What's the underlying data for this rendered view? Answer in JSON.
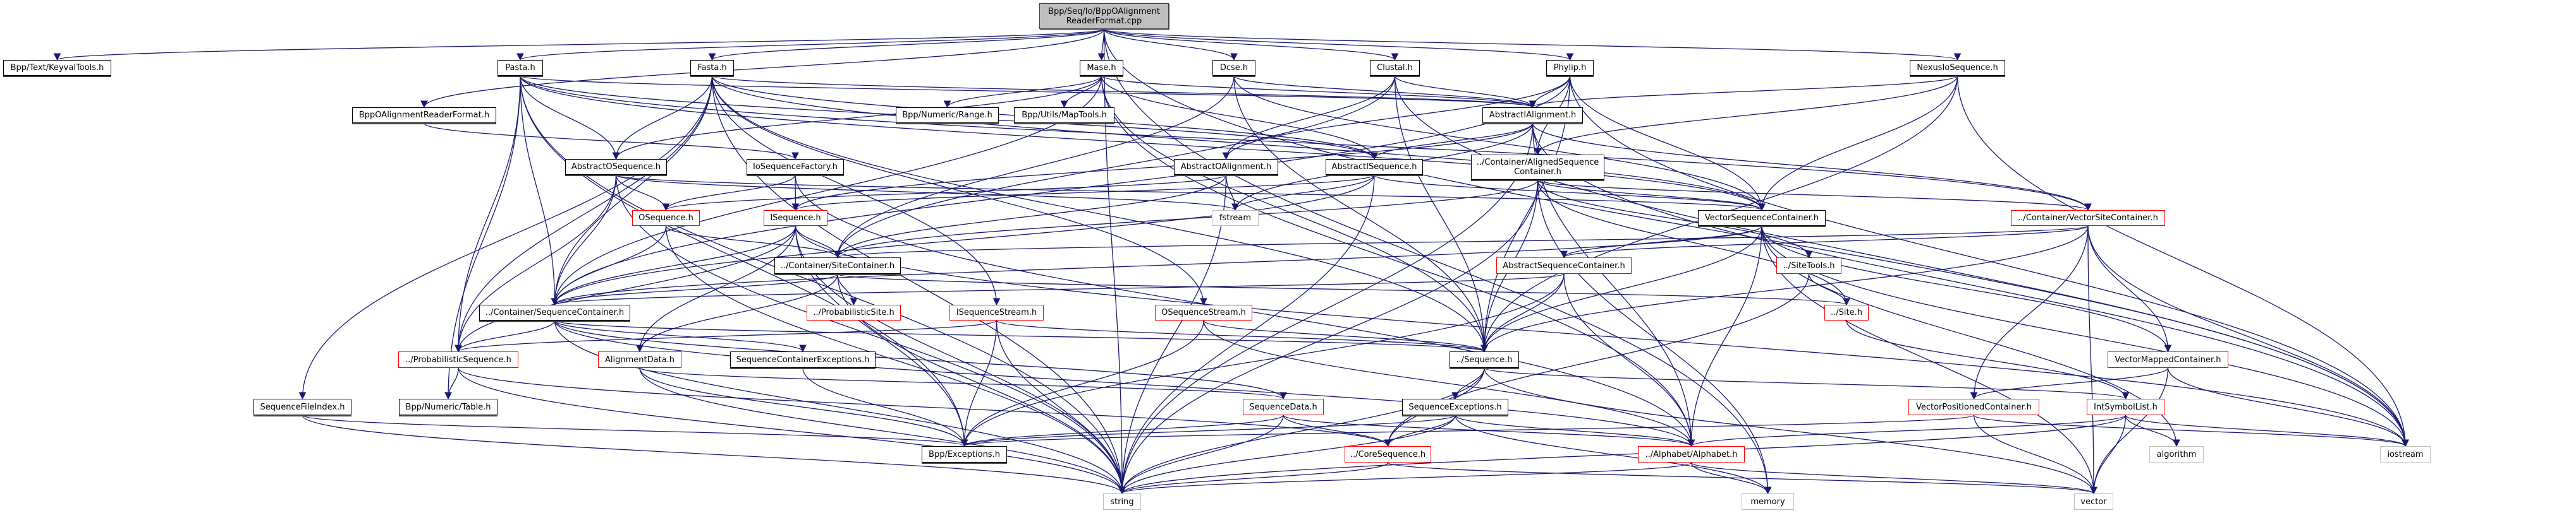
{
  "title": "Bpp/Seq/Io/BppOAlignmentReaderFormat.cpp include dependency graph",
  "colors": {
    "edge": "#191970",
    "root_fill": "#bfbfbf",
    "red_border": "#ff0000",
    "sys_border": "#bfbfbf",
    "node_border": "#000000"
  },
  "nodes": [
    {
      "id": "root",
      "label": "Bpp/Seq/Io/BppOAlignment\nReaderFormat.cpp",
      "style": "root"
    },
    {
      "id": "keyval",
      "label": "Bpp/Text/KeyvalTools.h",
      "style": "black"
    },
    {
      "id": "pasta",
      "label": "Pasta.h",
      "style": "black"
    },
    {
      "id": "fasta",
      "label": "Fasta.h",
      "style": "black"
    },
    {
      "id": "mase",
      "label": "Mase.h",
      "style": "black"
    },
    {
      "id": "dcse",
      "label": "Dcse.h",
      "style": "black"
    },
    {
      "id": "clustal",
      "label": "Clustal.h",
      "style": "black"
    },
    {
      "id": "phylip",
      "label": "Phylip.h",
      "style": "black"
    },
    {
      "id": "nexus",
      "label": "NexusIoSequence.h",
      "style": "black"
    },
    {
      "id": "bppoalign",
      "label": "BppOAlignmentReaderFormat.h",
      "style": "black"
    },
    {
      "id": "range",
      "label": "Bpp/Numeric/Range.h",
      "style": "black"
    },
    {
      "id": "maptools",
      "label": "Bpp/Utils/MapTools.h",
      "style": "black"
    },
    {
      "id": "absialign",
      "label": "AbstractIAlignment.h",
      "style": "black"
    },
    {
      "id": "absoseq",
      "label": "AbstractOSequence.h",
      "style": "black"
    },
    {
      "id": "ioseqfac",
      "label": "IoSequenceFactory.h",
      "style": "black"
    },
    {
      "id": "absoalign",
      "label": "AbstractOAlignment.h",
      "style": "black"
    },
    {
      "id": "absiseq",
      "label": "AbstractISequence.h",
      "style": "black"
    },
    {
      "id": "alignedsc",
      "label": "../Container/AlignedSequence\nContainer.h",
      "style": "black"
    },
    {
      "id": "oseq",
      "label": "OSequence.h",
      "style": "red"
    },
    {
      "id": "iseq",
      "label": "ISequence.h",
      "style": "red"
    },
    {
      "id": "fstream",
      "label": "fstream",
      "style": "sys"
    },
    {
      "id": "vecseqcont",
      "label": "VectorSequenceContainer.h",
      "style": "black"
    },
    {
      "id": "vecsitecont",
      "label": "../Container/VectorSiteContainer.h",
      "style": "red"
    },
    {
      "id": "sitecont",
      "label": "../Container/SiteContainer.h",
      "style": "black"
    },
    {
      "id": "absseqcont",
      "label": "AbstractSequenceContainer.h",
      "style": "red"
    },
    {
      "id": "sitetools",
      "label": "../SiteTools.h",
      "style": "red"
    },
    {
      "id": "seqcont",
      "label": "../Container/SequenceContainer.h",
      "style": "black"
    },
    {
      "id": "probsite",
      "label": "../ProbabilisticSite.h",
      "style": "red"
    },
    {
      "id": "iseqstream",
      "label": "ISequenceStream.h",
      "style": "red"
    },
    {
      "id": "oseqstream",
      "label": "OSequenceStream.h",
      "style": "red"
    },
    {
      "id": "site",
      "label": "../Site.h",
      "style": "red"
    },
    {
      "id": "probseq",
      "label": "../ProbabilisticSequence.h",
      "style": "red"
    },
    {
      "id": "aligndata",
      "label": "AlignmentData.h",
      "style": "red"
    },
    {
      "id": "seqcontexc",
      "label": "SequenceContainerExceptions.h",
      "style": "black"
    },
    {
      "id": "sequence",
      "label": "../Sequence.h",
      "style": "black"
    },
    {
      "id": "vecmapped",
      "label": "VectorMappedContainer.h",
      "style": "red"
    },
    {
      "id": "seqfileidx",
      "label": "SequenceFileIndex.h",
      "style": "black"
    },
    {
      "id": "table",
      "label": "Bpp/Numeric/Table.h",
      "style": "black"
    },
    {
      "id": "seqdata",
      "label": "SequenceData.h",
      "style": "red"
    },
    {
      "id": "seqexc",
      "label": "SequenceExceptions.h",
      "style": "black"
    },
    {
      "id": "vecpos",
      "label": "VectorPositionedContainer.h",
      "style": "red"
    },
    {
      "id": "intsym",
      "label": "IntSymbolList.h",
      "style": "red"
    },
    {
      "id": "exceptions",
      "label": "Bpp/Exceptions.h",
      "style": "black"
    },
    {
      "id": "coreseq",
      "label": "../CoreSequence.h",
      "style": "red"
    },
    {
      "id": "alphabet",
      "label": "../Alphabet/Alphabet.h",
      "style": "red"
    },
    {
      "id": "algorithm",
      "label": "algorithm",
      "style": "sys"
    },
    {
      "id": "iostream",
      "label": "iostream",
      "style": "sys"
    },
    {
      "id": "string",
      "label": "string",
      "style": "sys"
    },
    {
      "id": "memory",
      "label": "memory",
      "style": "sys"
    },
    {
      "id": "vector",
      "label": "vector",
      "style": "sys"
    }
  ],
  "edges": [
    [
      "root",
      "keyval"
    ],
    [
      "root",
      "pasta"
    ],
    [
      "root",
      "fasta"
    ],
    [
      "root",
      "mase"
    ],
    [
      "root",
      "dcse"
    ],
    [
      "root",
      "clustal"
    ],
    [
      "root",
      "phylip"
    ],
    [
      "root",
      "nexus"
    ],
    [
      "root",
      "bppoalign"
    ],
    [
      "root",
      "string"
    ],
    [
      "root",
      "iostream"
    ],
    [
      "root",
      "memory"
    ],
    [
      "pasta",
      "absoseq"
    ],
    [
      "pasta",
      "absialign"
    ],
    [
      "pasta",
      "absiseq"
    ],
    [
      "pasta",
      "seqcont"
    ],
    [
      "pasta",
      "vecsitecont"
    ],
    [
      "pasta",
      "vecseqcont"
    ],
    [
      "pasta",
      "probseq"
    ],
    [
      "pasta",
      "table"
    ],
    [
      "pasta",
      "string"
    ],
    [
      "pasta",
      "exceptions"
    ],
    [
      "fasta",
      "absoseq"
    ],
    [
      "fasta",
      "absiseq"
    ],
    [
      "fasta",
      "absialign"
    ],
    [
      "fasta",
      "iseqstream"
    ],
    [
      "fasta",
      "oseqstream"
    ],
    [
      "fasta",
      "seqfileidx"
    ],
    [
      "fasta",
      "seqcont"
    ],
    [
      "fasta",
      "vecseqcont"
    ],
    [
      "fasta",
      "sequence"
    ],
    [
      "fasta",
      "string"
    ],
    [
      "fasta",
      "probseq"
    ],
    [
      "mase",
      "absialign"
    ],
    [
      "mase",
      "absiseq"
    ],
    [
      "mase",
      "absoseq"
    ],
    [
      "mase",
      "range"
    ],
    [
      "mase",
      "maptools"
    ],
    [
      "mase",
      "sequence"
    ],
    [
      "mase",
      "seqcont"
    ],
    [
      "mase",
      "alphabet"
    ],
    [
      "dcse",
      "absialign"
    ],
    [
      "dcse",
      "sequence"
    ],
    [
      "dcse",
      "sitecont"
    ],
    [
      "dcse",
      "vecseqcont"
    ],
    [
      "clustal",
      "absialign"
    ],
    [
      "clustal",
      "absoalign"
    ],
    [
      "clustal",
      "sequence"
    ],
    [
      "clustal",
      "iostream"
    ],
    [
      "clustal",
      "sitecont"
    ],
    [
      "phylip",
      "absialign"
    ],
    [
      "phylip",
      "absoalign"
    ],
    [
      "phylip",
      "alignedsc"
    ],
    [
      "phylip",
      "vecseqcont"
    ],
    [
      "phylip",
      "sequence"
    ],
    [
      "phylip",
      "iostream"
    ],
    [
      "phylip",
      "seqcont"
    ],
    [
      "nexus",
      "absialign"
    ],
    [
      "nexus",
      "alignedsc"
    ],
    [
      "nexus",
      "vecseqcont"
    ],
    [
      "nexus",
      "sequence"
    ],
    [
      "nexus",
      "iostream"
    ],
    [
      "bppoalign",
      "ioseqfac"
    ],
    [
      "absialign",
      "absiseq"
    ],
    [
      "absialign",
      "alignedsc"
    ],
    [
      "absialign",
      "fstream"
    ],
    [
      "absialign",
      "iseq"
    ],
    [
      "absialign",
      "vecsitecont"
    ],
    [
      "absialign",
      "string"
    ],
    [
      "absialign",
      "iostream"
    ],
    [
      "absialign",
      "alphabet"
    ],
    [
      "absoseq",
      "oseq"
    ],
    [
      "absoseq",
      "seqcont"
    ],
    [
      "absoseq",
      "fstream"
    ],
    [
      "absoseq",
      "string"
    ],
    [
      "absoseq",
      "vecseqcont"
    ],
    [
      "absoseq",
      "probseq"
    ],
    [
      "ioseqfac",
      "iseq"
    ],
    [
      "ioseqfac",
      "oseq"
    ],
    [
      "ioseqfac",
      "alphabet"
    ],
    [
      "absoalign",
      "fstream"
    ],
    [
      "absoalign",
      "oseq"
    ],
    [
      "absoalign",
      "sitecont"
    ],
    [
      "absoalign",
      "string"
    ],
    [
      "absiseq",
      "fstream"
    ],
    [
      "absiseq",
      "iseq"
    ],
    [
      "absiseq",
      "vecseqcont"
    ],
    [
      "absiseq",
      "string"
    ],
    [
      "absiseq",
      "seqcont"
    ],
    [
      "alignedsc",
      "vecseqcont"
    ],
    [
      "alignedsc",
      "sitecont"
    ],
    [
      "alignedsc",
      "sitetools"
    ],
    [
      "alignedsc",
      "site"
    ],
    [
      "alignedsc",
      "sequence"
    ],
    [
      "alignedsc",
      "string"
    ],
    [
      "alignedsc",
      "memory"
    ],
    [
      "alignedsc",
      "vecsitecont"
    ],
    [
      "oseq",
      "seqcont"
    ],
    [
      "oseq",
      "sitecont"
    ],
    [
      "oseq",
      "string"
    ],
    [
      "iseq",
      "seqcont"
    ],
    [
      "iseq",
      "sitecont"
    ],
    [
      "iseq",
      "probseq"
    ],
    [
      "iseq",
      "aligndata"
    ],
    [
      "iseq",
      "exceptions"
    ],
    [
      "iseq",
      "string"
    ],
    [
      "iseq",
      "iostream"
    ],
    [
      "vecseqcont",
      "absseqcont"
    ],
    [
      "vecseqcont",
      "sequence"
    ],
    [
      "vecseqcont",
      "vecmapped"
    ],
    [
      "vecseqcont",
      "algorithm"
    ],
    [
      "vecseqcont",
      "vector"
    ],
    [
      "vecseqcont",
      "iostream"
    ],
    [
      "vecseqcont",
      "seqcont"
    ],
    [
      "vecseqcont",
      "alphabet"
    ],
    [
      "vecsitecont",
      "sitecont"
    ],
    [
      "vecsitecont",
      "absseqcont"
    ],
    [
      "vecsitecont",
      "vecmapped"
    ],
    [
      "vecsitecont",
      "vecpos"
    ],
    [
      "vecsitecont",
      "vector"
    ],
    [
      "vecsitecont",
      "iostream"
    ],
    [
      "vecsitecont",
      "sequence"
    ],
    [
      "sitecont",
      "seqcont"
    ],
    [
      "sitecont",
      "site"
    ],
    [
      "sitecont",
      "probsite"
    ],
    [
      "sitecont",
      "aligndata"
    ],
    [
      "sitecont",
      "string"
    ],
    [
      "absseqcont",
      "seqcont"
    ],
    [
      "absseqcont",
      "sequence"
    ],
    [
      "absseqcont",
      "alphabet"
    ],
    [
      "absseqcont",
      "exceptions"
    ],
    [
      "sitetools",
      "site"
    ],
    [
      "sitetools",
      "coreseq"
    ],
    [
      "seqcont",
      "probseq"
    ],
    [
      "seqcont",
      "seqcontexc"
    ],
    [
      "seqcont",
      "sequence"
    ],
    [
      "seqcont",
      "seqdata"
    ],
    [
      "seqcont",
      "string"
    ],
    [
      "seqcont",
      "alphabet"
    ],
    [
      "iseqstream",
      "probseq"
    ],
    [
      "iseqstream",
      "sequence"
    ],
    [
      "iseqstream",
      "exceptions"
    ],
    [
      "iseqstream",
      "string"
    ],
    [
      "oseqstream",
      "sequence"
    ],
    [
      "oseqstream",
      "exceptions"
    ],
    [
      "oseqstream",
      "alphabet"
    ],
    [
      "site",
      "intsym"
    ],
    [
      "probseq",
      "table"
    ],
    [
      "probseq",
      "coreseq"
    ],
    [
      "probseq",
      "string"
    ],
    [
      "aligndata",
      "seqdata"
    ],
    [
      "aligndata",
      "exceptions"
    ],
    [
      "aligndata",
      "string"
    ],
    [
      "seqcontexc",
      "exceptions"
    ],
    [
      "sequence",
      "seqexc"
    ],
    [
      "sequence",
      "coreseq"
    ],
    [
      "sequence",
      "intsym"
    ],
    [
      "sequence",
      "string"
    ],
    [
      "sequence",
      "vector"
    ],
    [
      "vecmapped",
      "vecpos"
    ],
    [
      "vecmapped",
      "iostream"
    ],
    [
      "vecmapped",
      "vector"
    ],
    [
      "seqfileidx",
      "exceptions"
    ],
    [
      "seqfileidx",
      "string"
    ],
    [
      "seqdata",
      "coreseq"
    ],
    [
      "seqdata",
      "alphabet"
    ],
    [
      "seqdata",
      "string"
    ],
    [
      "seqdata",
      "exceptions"
    ],
    [
      "seqexc",
      "exceptions"
    ],
    [
      "seqexc",
      "coreseq"
    ],
    [
      "seqexc",
      "alphabet"
    ],
    [
      "seqexc",
      "string"
    ],
    [
      "seqexc",
      "memory"
    ],
    [
      "vecpos",
      "exceptions"
    ],
    [
      "vecpos",
      "vector"
    ],
    [
      "vecpos",
      "iostream"
    ],
    [
      "intsym",
      "alphabet"
    ],
    [
      "intsym",
      "algorithm"
    ],
    [
      "intsym",
      "iostream"
    ],
    [
      "intsym",
      "vector"
    ],
    [
      "intsym",
      "string"
    ],
    [
      "coreseq",
      "string"
    ],
    [
      "coreseq",
      "vector"
    ],
    [
      "alphabet",
      "string"
    ],
    [
      "alphabet",
      "memory"
    ],
    [
      "alphabet",
      "vector"
    ]
  ]
}
